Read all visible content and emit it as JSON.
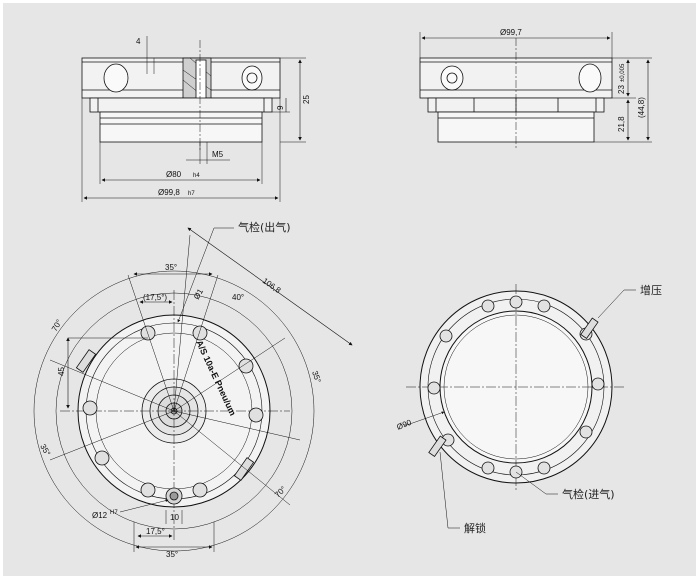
{
  "labels": {
    "gas_check_out": "气检(出气)",
    "boost": "增压",
    "gas_check_in": "气检(进气)",
    "unlock": "解锁"
  },
  "side_view_left": {
    "dim_4": "4",
    "dim_25": "25",
    "dim_9": "9",
    "dim_m5": "M5",
    "dim_phi80": "Ø80",
    "dim_phi80_tol": "h4",
    "dim_phi99_8": "Ø99,8",
    "dim_phi99_8_tol": "h7"
  },
  "side_view_right": {
    "dim_phi99_7": "Ø99,7",
    "dim_23": "23",
    "dim_23_tol": "±0,005",
    "dim_44_8": "(44,8)",
    "dim_21_8": "21,8"
  },
  "top_view_left": {
    "dim_35_top": "35°",
    "dim_17_5_top": "(17,5°)",
    "dim_phi1": "Ø1",
    "dim_106_8": "106,8",
    "dim_40": "40°",
    "dim_70_left": "70°",
    "dim_45": "45",
    "dim_35_right": "35°",
    "dim_35_left": "35°",
    "dim_70_right": "70°",
    "dim_phi12": "Ø12",
    "dim_phi12_tol": "H7",
    "dim_10": "10",
    "dim_17_5_bottom": "17,5°",
    "dim_35_bottom": "35°",
    "plate_text": "A/S 10a-E Pneu/um"
  },
  "top_view_right": {
    "dim_phi90": "Ø90"
  }
}
